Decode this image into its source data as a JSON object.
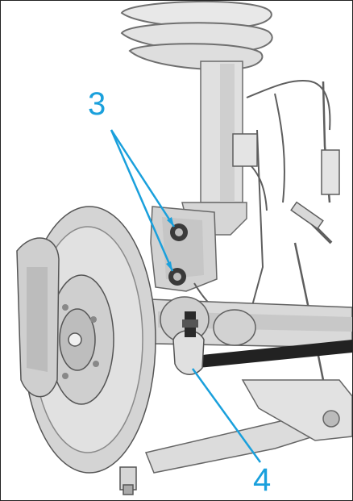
{
  "callouts": [
    {
      "id": "3",
      "label": "3"
    },
    {
      "id": "4",
      "label": "4"
    }
  ],
  "colors": {
    "callout": "#1aa0dc",
    "metal_light": "#e6e6e6",
    "metal_mid": "#bdbdbd",
    "metal_dark": "#7a7a7a",
    "line": "#4a4a4a",
    "rod": "#222222"
  }
}
